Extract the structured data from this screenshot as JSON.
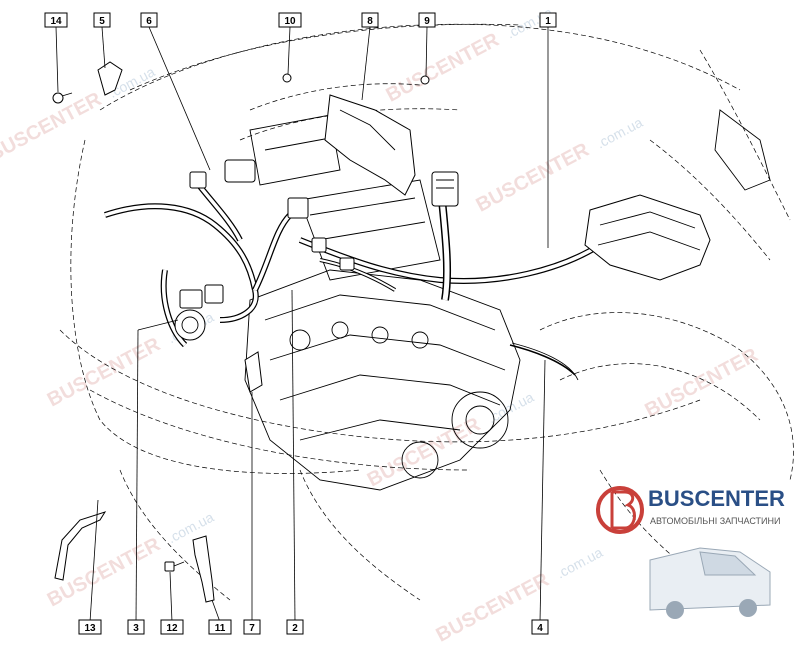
{
  "callouts": [
    {
      "label": "14",
      "name": "callout-14"
    },
    {
      "label": "5",
      "name": "callout-5"
    },
    {
      "label": "6",
      "name": "callout-6"
    },
    {
      "label": "10",
      "name": "callout-10"
    },
    {
      "label": "8",
      "name": "callout-8"
    },
    {
      "label": "9",
      "name": "callout-9"
    },
    {
      "label": "1",
      "name": "callout-1"
    },
    {
      "label": "13",
      "name": "callout-13"
    },
    {
      "label": "3",
      "name": "callout-3"
    },
    {
      "label": "12",
      "name": "callout-12"
    },
    {
      "label": "11",
      "name": "callout-11"
    },
    {
      "label": "7",
      "name": "callout-7"
    },
    {
      "label": "2",
      "name": "callout-2"
    },
    {
      "label": "4",
      "name": "callout-4"
    }
  ],
  "watermark": {
    "text": "BUSCENTER",
    "domain": ".com.ua"
  },
  "logo": {
    "name": "BUSCENTER",
    "tagline": "АВТОМОБІЛЬНІ ЗАПЧАСТИНИ"
  }
}
